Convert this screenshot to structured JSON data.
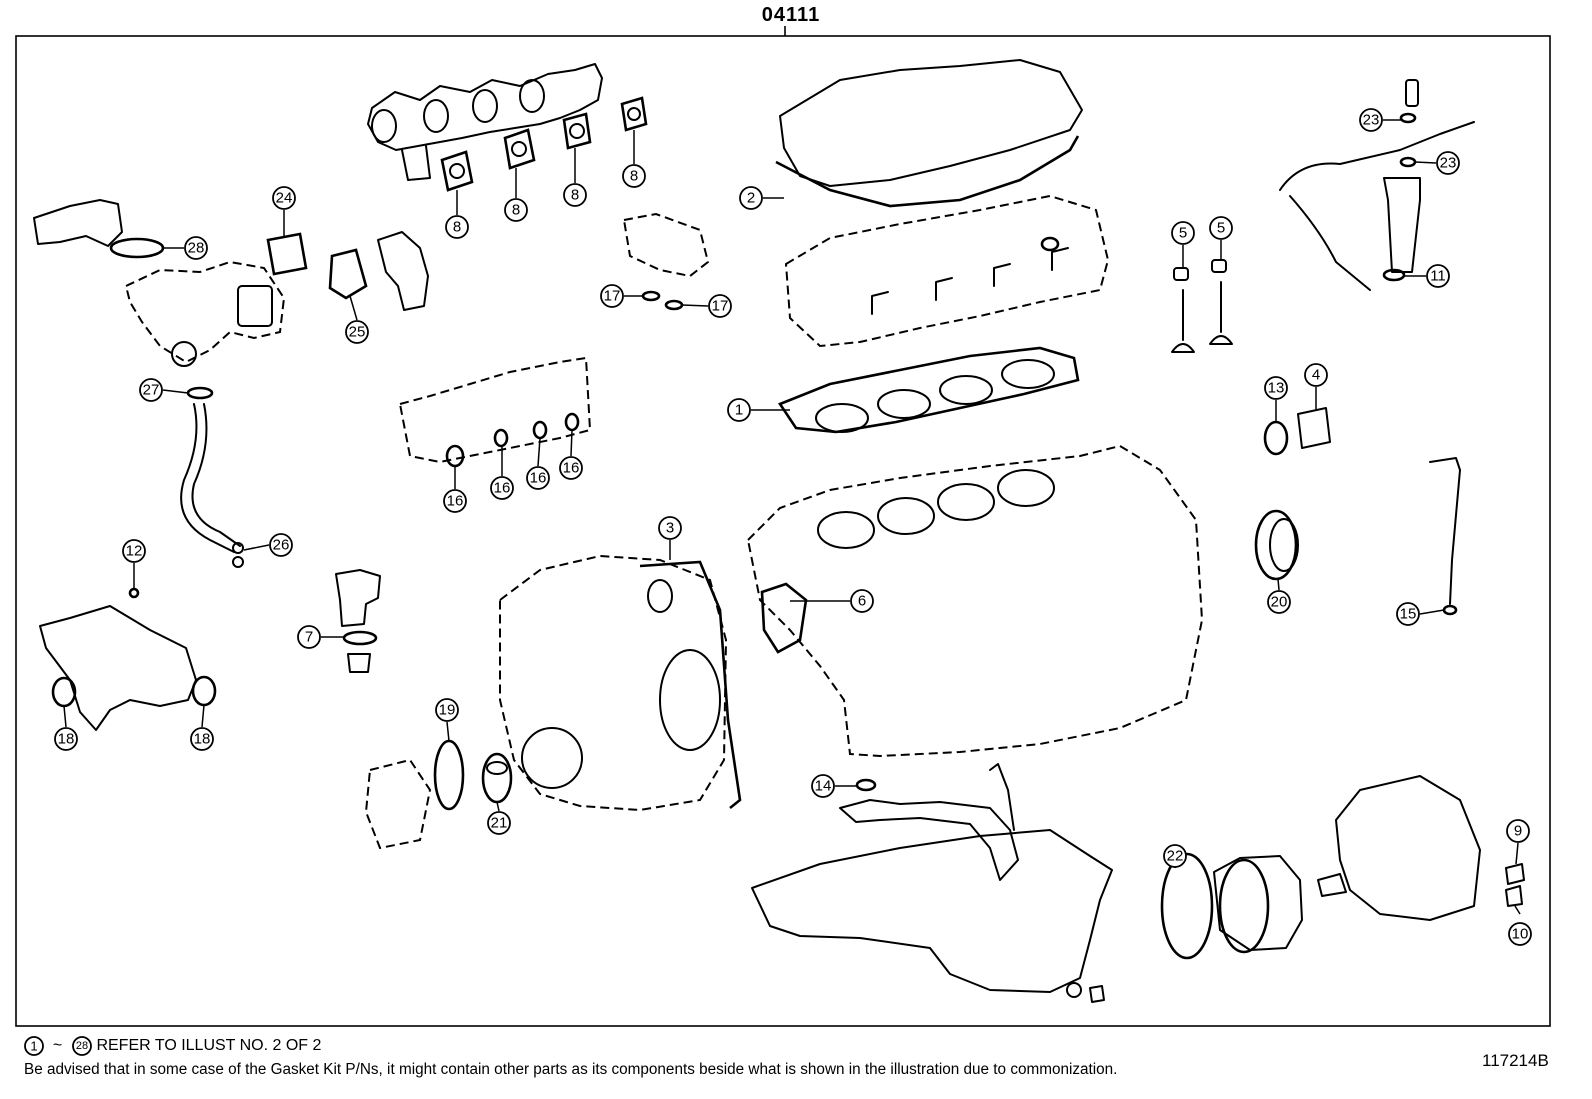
{
  "header": {
    "kit_number": "04111"
  },
  "footer": {
    "refer_range_start": "1",
    "refer_range_sep": "~",
    "refer_range_end": "28",
    "refer_text": "REFER TO ILLUST NO. 2 OF 2",
    "advisory": "Be advised that in some case of the Gasket Kit P/Ns,  it might contain other parts as its components beside what is shown in the illustration due to commonization.",
    "illust_id": "117214B"
  },
  "callouts": [
    {
      "id": "c1",
      "label": "1"
    },
    {
      "id": "c2",
      "label": "2"
    },
    {
      "id": "c3",
      "label": "3"
    },
    {
      "id": "c4",
      "label": "4"
    },
    {
      "id": "c5a",
      "label": "5"
    },
    {
      "id": "c5b",
      "label": "5"
    },
    {
      "id": "c6",
      "label": "6"
    },
    {
      "id": "c7",
      "label": "7"
    },
    {
      "id": "c8a",
      "label": "8"
    },
    {
      "id": "c8b",
      "label": "8"
    },
    {
      "id": "c8c",
      "label": "8"
    },
    {
      "id": "c8d",
      "label": "8"
    },
    {
      "id": "c9",
      "label": "9"
    },
    {
      "id": "c10",
      "label": "10"
    },
    {
      "id": "c11",
      "label": "11"
    },
    {
      "id": "c12",
      "label": "12"
    },
    {
      "id": "c13",
      "label": "13"
    },
    {
      "id": "c14",
      "label": "14"
    },
    {
      "id": "c15",
      "label": "15"
    },
    {
      "id": "c16a",
      "label": "16"
    },
    {
      "id": "c16b",
      "label": "16"
    },
    {
      "id": "c16c",
      "label": "16"
    },
    {
      "id": "c16d",
      "label": "16"
    },
    {
      "id": "c17a",
      "label": "17"
    },
    {
      "id": "c17b",
      "label": "17"
    },
    {
      "id": "c18a",
      "label": "18"
    },
    {
      "id": "c18b",
      "label": "18"
    },
    {
      "id": "c19",
      "label": "19"
    },
    {
      "id": "c20",
      "label": "20"
    },
    {
      "id": "c21",
      "label": "21"
    },
    {
      "id": "c22",
      "label": "22"
    },
    {
      "id": "c23a",
      "label": "23"
    },
    {
      "id": "c23b",
      "label": "23"
    },
    {
      "id": "c24",
      "label": "24"
    },
    {
      "id": "c25",
      "label": "25"
    },
    {
      "id": "c26",
      "label": "26"
    },
    {
      "id": "c27",
      "label": "27"
    },
    {
      "id": "c28",
      "label": "28"
    }
  ]
}
